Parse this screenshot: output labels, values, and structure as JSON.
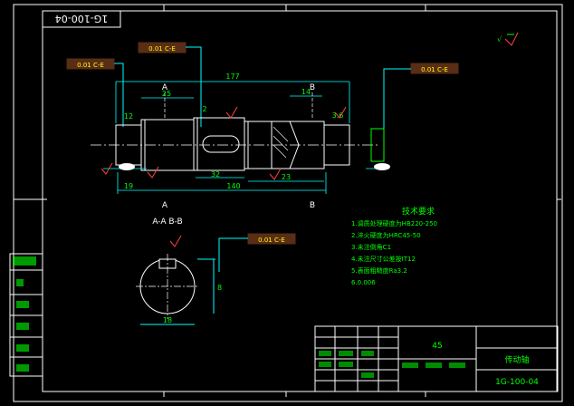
{
  "drawing": {
    "number_rotated": "1G-100-04",
    "title_block_number": "1G-100-04",
    "title_block_part_name": "传动轴",
    "title_block_material": "45",
    "section_label": "A-A B-B",
    "section_markers": [
      "A",
      "B",
      "A",
      "B"
    ]
  },
  "dimensions": {
    "overall_length": "177",
    "length_140": "140",
    "length_19": "19",
    "length_32": "32",
    "length_2": "2",
    "length_25": "25",
    "length_14": "14",
    "keyway_width": "8",
    "section_dim": "18",
    "dim_122": "12",
    "dim_233": "23",
    "dim_36": "3.6"
  },
  "tolerance_frames": [
    "0.01 C-E",
    "0.01 C-E",
    "0.01 C-E",
    "0.01 C-E"
  ],
  "tech_requirements": {
    "heading": "技术要求",
    "lines": [
      "1.调质处理硬度为HB220-250",
      "2.淬火硬度为HRC45-50",
      "3.未注倒角C1",
      "4.未注尺寸公差按IT12",
      "5.表面粗糙度Ra3.2",
      "6.0.006"
    ]
  },
  "left_strip": {
    "cells": [
      "",
      "",
      "",
      "",
      ""
    ]
  },
  "colors": {
    "background": "#000000",
    "outline": "#ffffff",
    "dimension": "#00ffff",
    "text": "#00ff00",
    "frame": "#ff8040",
    "accent": "#ff4040"
  }
}
